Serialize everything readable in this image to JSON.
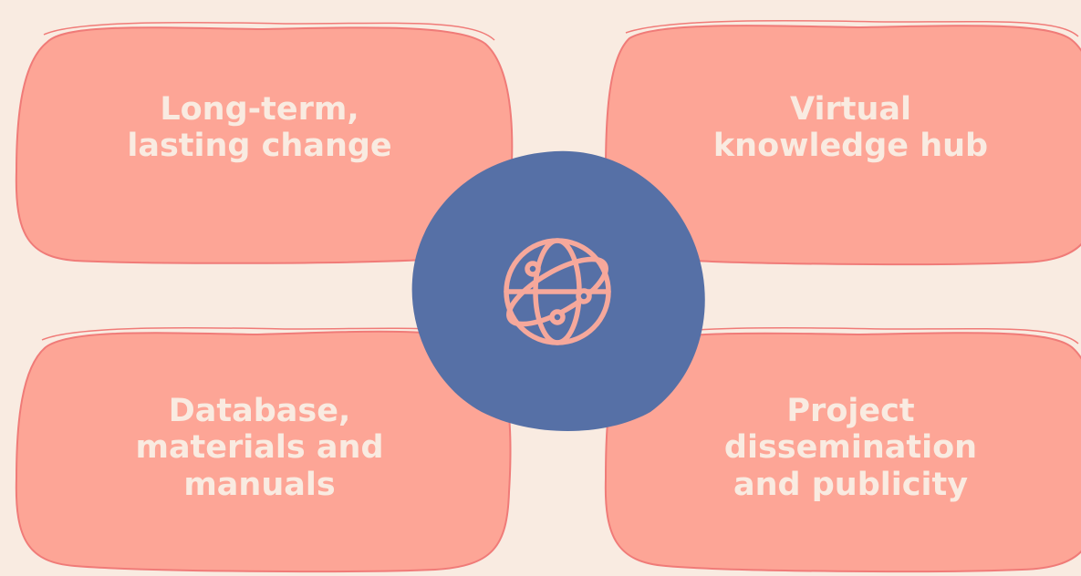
{
  "cards": [
    {
      "id": "tl",
      "lines": [
        "Long-term,",
        "lasting change"
      ]
    },
    {
      "id": "tr",
      "lines": [
        "Virtual",
        "knowledge hub"
      ]
    },
    {
      "id": "bl",
      "lines": [
        "Database,",
        "materials and",
        "manuals"
      ]
    },
    {
      "id": "br",
      "lines": [
        "Project",
        "dissemination",
        "and publicity"
      ]
    }
  ],
  "center": {
    "icon": "globe-network-icon"
  },
  "colors": {
    "background": "#f9ebe1",
    "card_fill": "#fda596",
    "card_outline": "#f07b78",
    "hub_fill": "#5670a6",
    "icon_stroke": "#f6a89b",
    "text": "#f9ebe1"
  }
}
